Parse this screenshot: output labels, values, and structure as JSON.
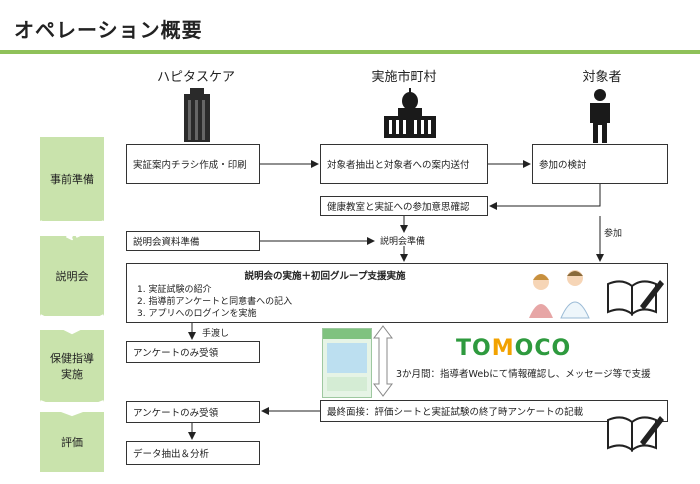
{
  "title": "オペレーション概要",
  "columns": [
    "ハピタスケア",
    "実施市町村",
    "対象者"
  ],
  "stages": [
    "事前準備",
    "説明会",
    "保健指導\n実施",
    "評価"
  ],
  "boxes": {
    "flyer": "実証案内チラシ作成・印刷",
    "extract": "対象者抽出と対象者への案内送付",
    "consider": "参加の検討",
    "confirm": "健康教室と実証への参加意思確認",
    "material": "説明会資料準備",
    "session_title": "説明会の実施＋初回グループ支援実施",
    "session_items": [
      "1.  実証試験の紹介",
      "2.  指導前アンケートと同意書への記入",
      "3.  アプリへのログインを実施"
    ],
    "survey1": "アンケートのみ受領",
    "survey2": "アンケートのみ受領",
    "analysis": "データ抽出＆分析",
    "final": "最終面接：評価シートと実証試験の終了時アンケートの記載"
  },
  "labels": {
    "prep": "説明会準備",
    "join": "参加",
    "handover": "手渡し",
    "three_month": "3か月間：指導者Webにて情報確認し、メッセージ等で支援"
  },
  "logo": {
    "text": "TOMOCO"
  },
  "colors": {
    "accent": "#8fc159",
    "stage": "#c9e3ac",
    "logo_green": "#2e9a3e"
  }
}
